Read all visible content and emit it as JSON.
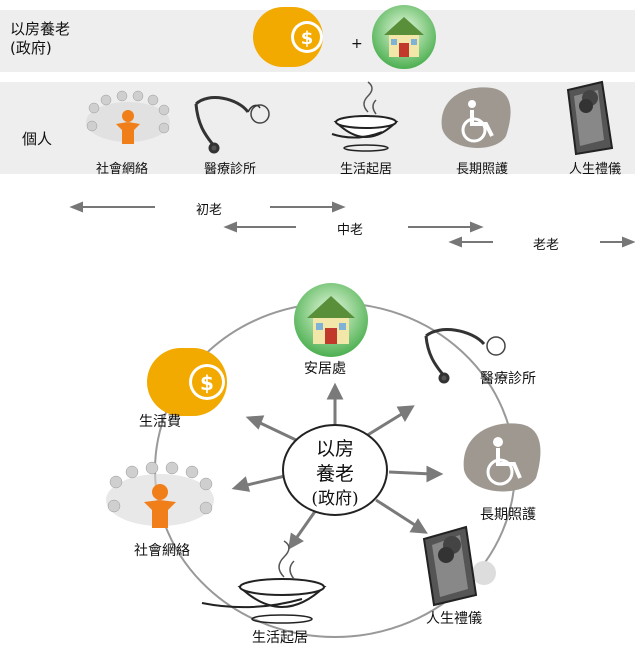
{
  "top": {
    "row1_label_line1": "以房養老",
    "row1_label_line2": "(政府)",
    "plus": "+",
    "row2_label": "個人",
    "icons": [
      {
        "label": "社會網絡",
        "icon": "people-circle-icon"
      },
      {
        "label": "醫療診所",
        "icon": "stethoscope-icon"
      },
      {
        "label": "生活起居",
        "icon": "soup-bowl-icon"
      },
      {
        "label": "長期照護",
        "icon": "wheelchair-icon"
      },
      {
        "label": "人生禮儀",
        "icon": "coffin-icon"
      }
    ],
    "ages": [
      "初老",
      "中老",
      "老老"
    ]
  },
  "diagram": {
    "center_line1": "以房",
    "center_line2": "養老",
    "center_line3": "(政府)",
    "nodes": [
      {
        "label": "安居處",
        "icon": "house-icon"
      },
      {
        "label": "醫療診所",
        "icon": "stethoscope-icon"
      },
      {
        "label": "長期照護",
        "icon": "wheelchair-icon"
      },
      {
        "label": "人生禮儀",
        "icon": "coffin-icon"
      },
      {
        "label": "生活起居",
        "icon": "soup-bowl-icon"
      },
      {
        "label": "社會網絡",
        "icon": "people-circle-icon"
      },
      {
        "label": "生活費",
        "icon": "money-icon"
      }
    ]
  },
  "colors": {
    "band": "#eeeeee",
    "money_orange": "#f2a900",
    "house_green": "#4caf50",
    "arrow_gray": "#777777",
    "wheelchair_gray": "#9e9890",
    "person_orange": "#f07f1a"
  }
}
